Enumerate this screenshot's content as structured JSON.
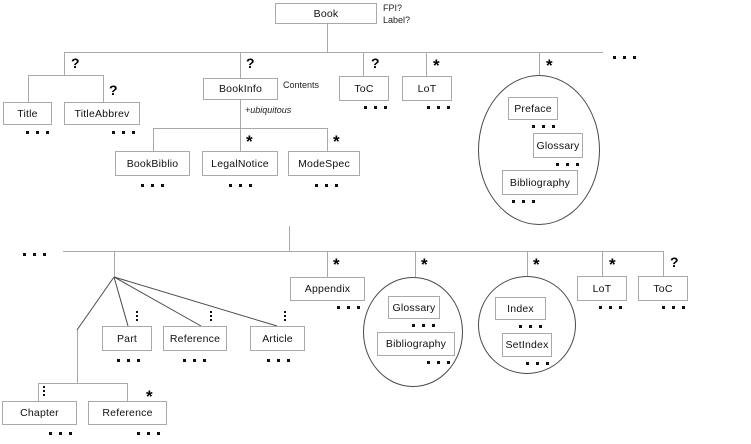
{
  "nodes": {
    "book": "Book",
    "title": "Title",
    "title_abbrev": "TitleAbbrev",
    "book_info": "BookInfo",
    "book_biblio": "BookBiblio",
    "legal_notice": "LegalNotice",
    "mode_spec": "ModeSpec",
    "toc": "ToC",
    "lot": "LoT",
    "preface": "Preface",
    "glossary": "Glossary",
    "bibliography": "Bibliography",
    "appendix": "Appendix",
    "part": "Part",
    "reference": "Reference",
    "article": "Article",
    "chapter": "Chapter",
    "reference2": "Reference",
    "glossary2": "Glossary",
    "bibliography2": "Bibliography",
    "index": "Index",
    "set_index": "SetIndex",
    "lot2": "LoT",
    "toc2": "ToC"
  },
  "annotations": {
    "fpi": "FPI?",
    "label": "Label?",
    "contents": "Contents",
    "ubiquitous": "+ubiquitous"
  },
  "markers": {
    "optional": "?",
    "repeatable": "*"
  },
  "colors": {
    "connector": "#a9a9a9",
    "ellipse_outline": "#4a4a4a",
    "text": "#111111"
  }
}
